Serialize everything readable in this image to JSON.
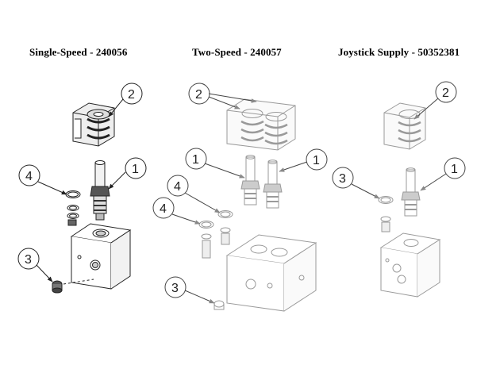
{
  "panels": [
    {
      "title": "Single-Speed - 240056",
      "callouts": [
        "2",
        "4",
        "1",
        "3"
      ]
    },
    {
      "title": "Two-Speed - 240057",
      "callouts": [
        "2",
        "1",
        "1",
        "4",
        "4",
        "3"
      ]
    },
    {
      "title": "Joystick Supply - 50352381",
      "callouts": [
        "2",
        "3",
        "1"
      ]
    }
  ],
  "colors": {
    "ink": "#222222",
    "ghost": "#9a9a9a",
    "background": "#ffffff"
  }
}
